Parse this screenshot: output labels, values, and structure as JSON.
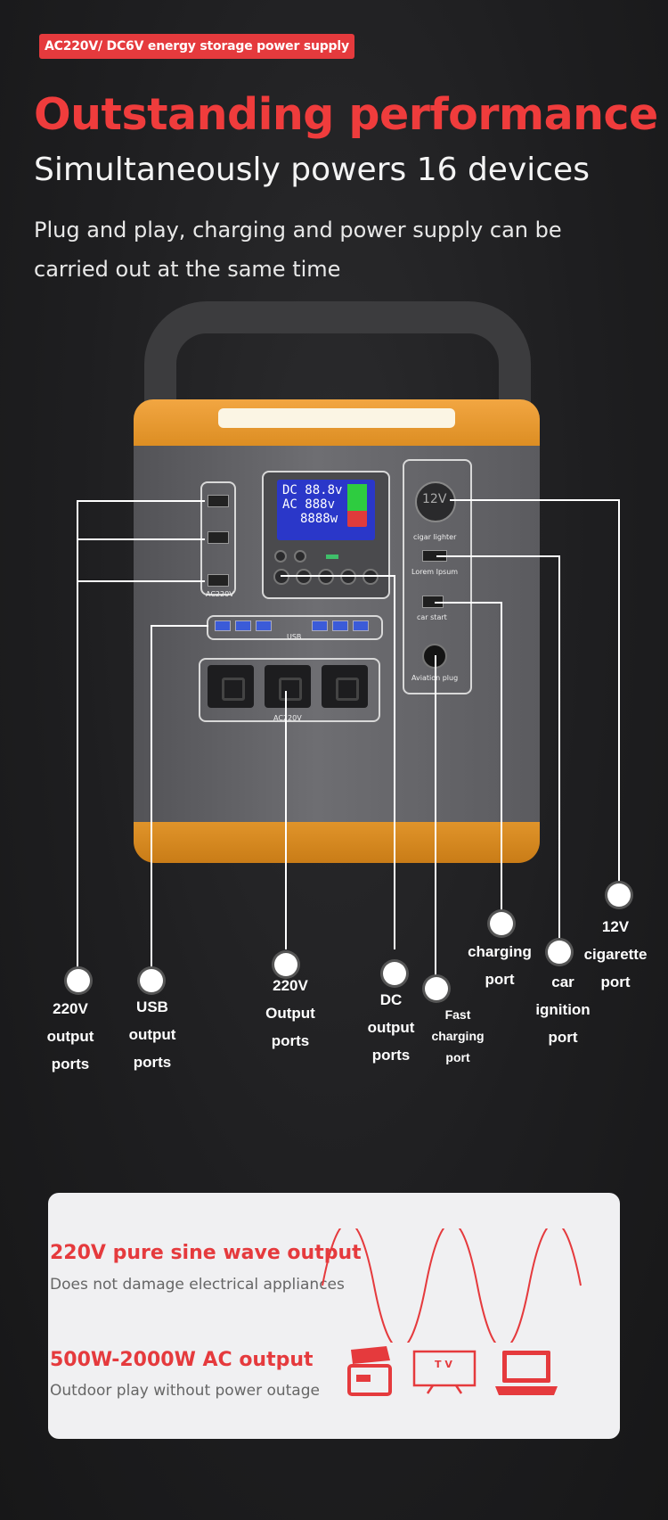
{
  "badge": "AC220V/ DC6V energy storage power supply",
  "headline": "Outstanding performance",
  "subheadline": "Simultaneously powers 16 devices",
  "description": "Plug and play, charging and power supply can be carried out at the same time",
  "device": {
    "display": {
      "dc_label": "DC",
      "dc_value": "88.8v",
      "ac_label": "AC",
      "ac_value": "888v",
      "watt_value": "8888w"
    },
    "left_panel_label": "AC220V",
    "usb_label": "USB",
    "ac_label": "AC220V",
    "right_panel": {
      "socket_12v": "12V",
      "cigar_lighter": "cigar lighter",
      "lorem": "Lorem Ipsum",
      "car_start": "car start",
      "aviation_plug": "Aviation plug"
    }
  },
  "callouts": {
    "ac_output": "220V output ports",
    "usb_output": "USB output ports",
    "ac220_output": "220V Output ports",
    "dc_output": "DC output ports",
    "fast_charging": "Fast charging port",
    "charging": "charging port",
    "car_ignition": "car ignition port",
    "cigarette": "12V cigarette port"
  },
  "features": [
    {
      "title": "220V pure sine wave output",
      "subtitle": "Does not damage electrical appliances"
    },
    {
      "title": "500W-2000W AC output",
      "subtitle": "Outdoor play without power outage"
    }
  ],
  "icons": [
    "cooler-box-icon",
    "tv-icon",
    "laptop-icon"
  ],
  "tv_text": "T V",
  "colors": {
    "accent": "#e53a3d",
    "orange": "#e8962c"
  }
}
